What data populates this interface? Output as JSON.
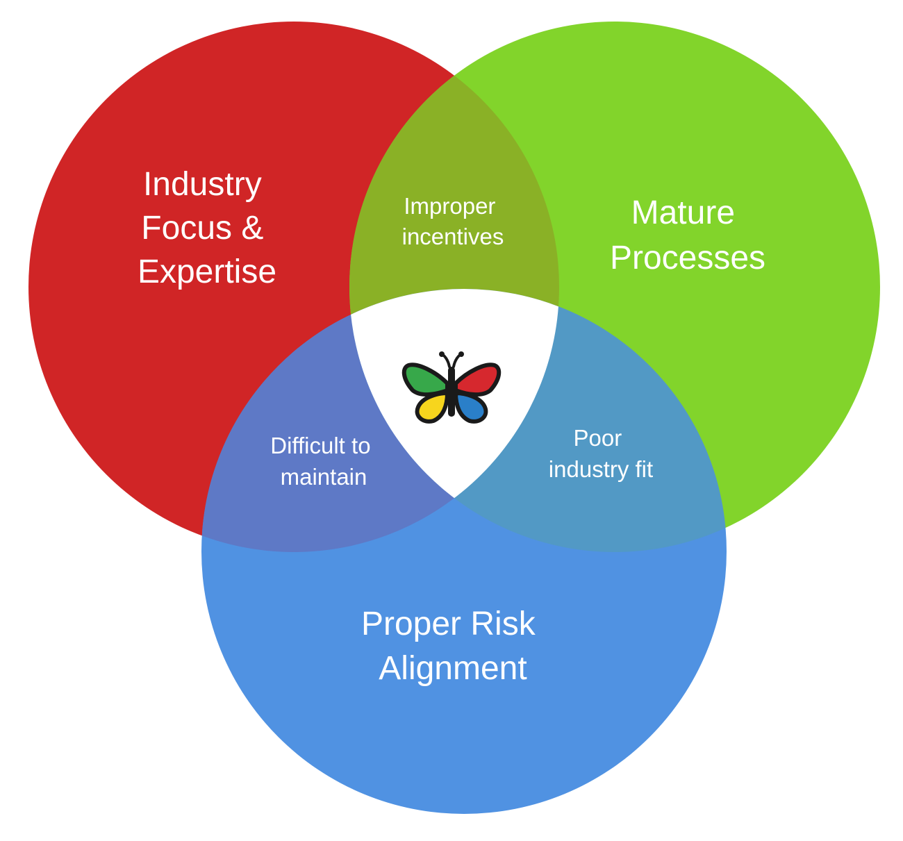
{
  "sets": [
    {
      "id": "red",
      "lines": [
        "Industry",
        "Focus &",
        "Expertise"
      ],
      "color": "#d02526"
    },
    {
      "id": "green",
      "lines": [
        "Mature",
        "Processes"
      ],
      "color": "#82d42b"
    },
    {
      "id": "blue",
      "lines": [
        "Proper Risk",
        "Alignment"
      ],
      "color": "#5092e2"
    }
  ],
  "overlaps": [
    {
      "id": "red-green",
      "lines": [
        "Improper",
        "incentives"
      ],
      "color": "#8ab126"
    },
    {
      "id": "red-blue",
      "lines": [
        "Difficult to",
        "maintain"
      ],
      "color": "#5e79c6"
    },
    {
      "id": "green-blue",
      "lines": [
        "Poor",
        "industry fit"
      ],
      "color": "#5299c5"
    }
  ],
  "center": {
    "color": "#ffffff",
    "icon": "butterfly-icon"
  },
  "butterfly_colors": {
    "green": "#37a84a",
    "red": "#d6282e",
    "yellow": "#f7d51d",
    "blue": "#2a7fc9",
    "outline": "#1a1a1a"
  }
}
